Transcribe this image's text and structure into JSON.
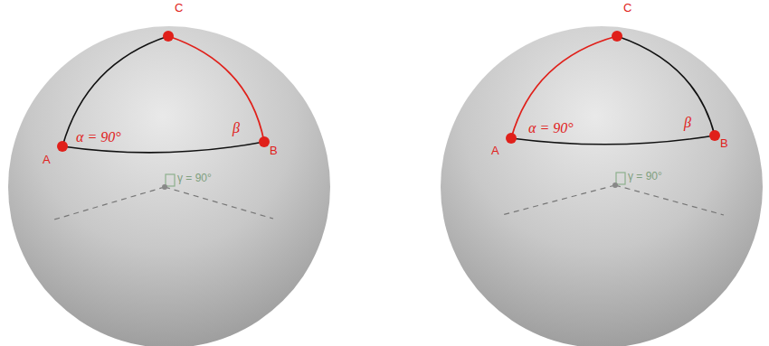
{
  "diagram": {
    "labels": [
      "C",
      "A",
      "α = 90°",
      "β",
      "B",
      "γ = 90°",
      "C",
      "A",
      "α = 90°",
      "β",
      "B",
      "γ = 90°"
    ]
  }
}
